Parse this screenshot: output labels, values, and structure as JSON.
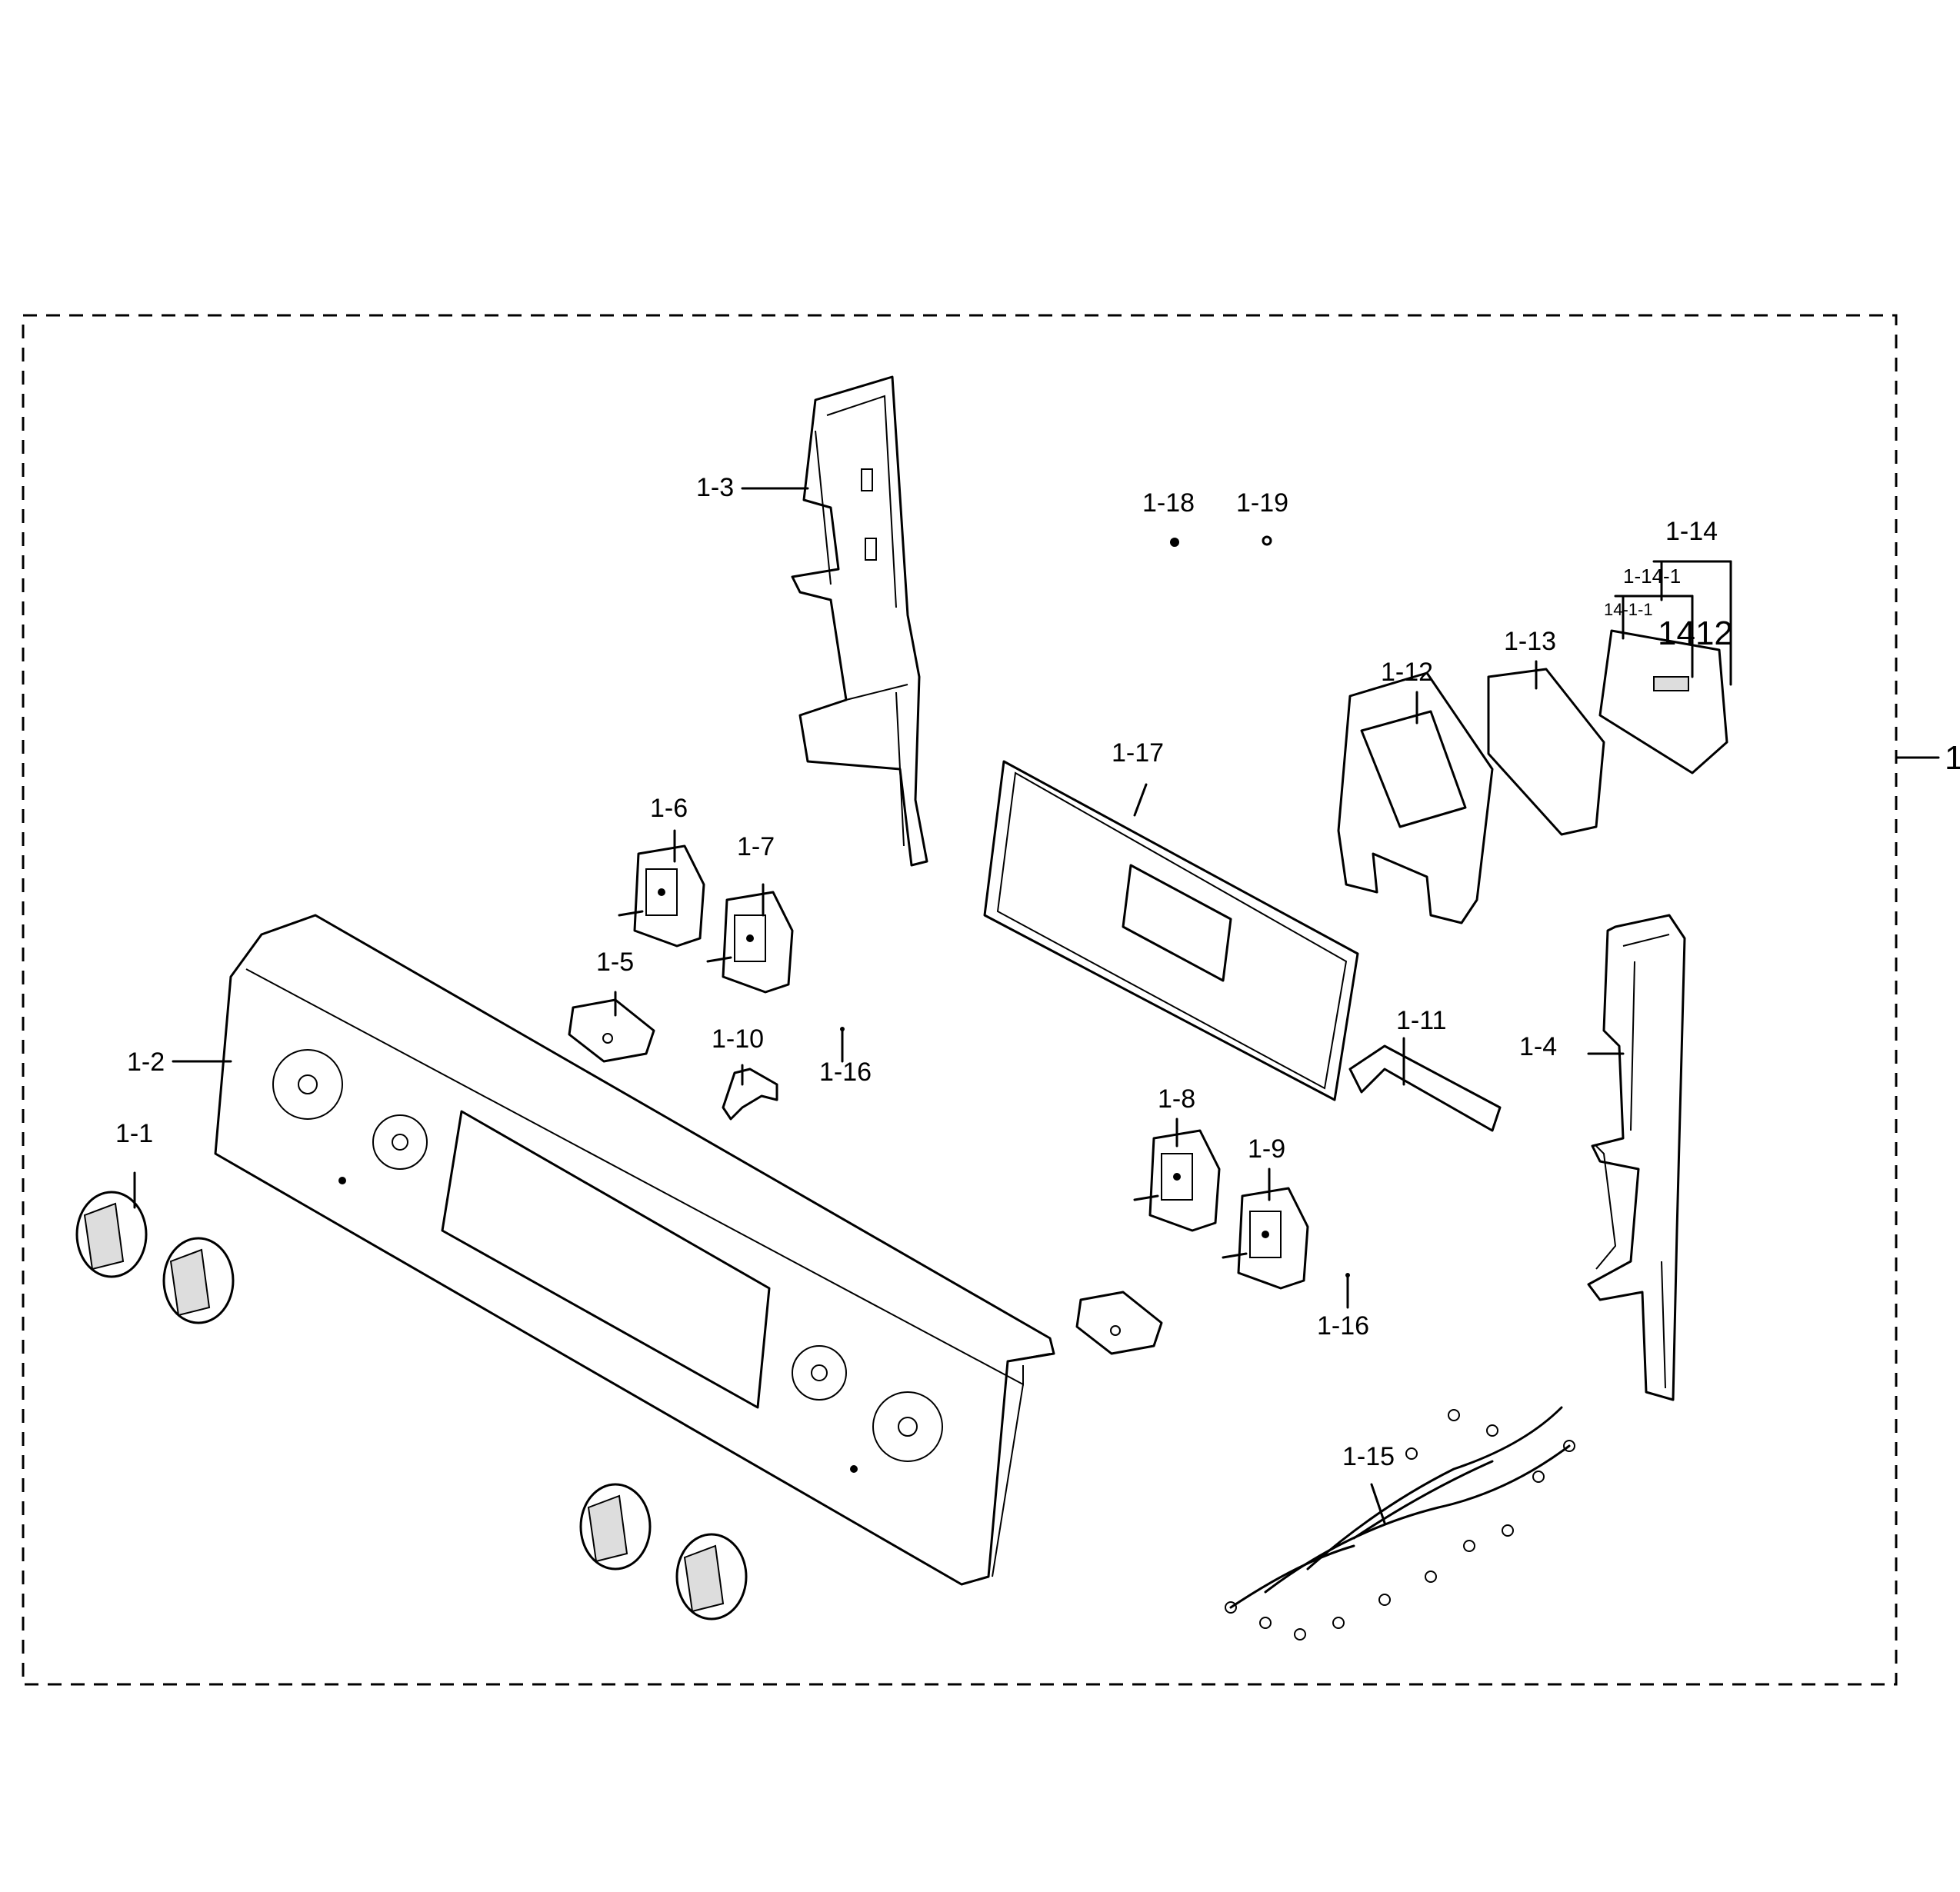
{
  "callouts": {
    "assembly": "1",
    "p1_1": "1-1",
    "p1_2": "1-2",
    "p1_3": "1-3",
    "p1_4": "1-4",
    "p1_5": "1-5",
    "p1_6": "1-6",
    "p1_7": "1-7",
    "p1_8": "1-8",
    "p1_9": "1-9",
    "p1_10": "1-10",
    "p1_11": "1-11",
    "p1_12": "1-12",
    "p1_13": "1-13",
    "p1_14": "1-14",
    "p1_14_1": "1-14-1",
    "p14_1_1": "14-1-1",
    "p1412": "1412",
    "p1_15": "1-15",
    "p1_16a": "1-16",
    "p1_16b": "1-16",
    "p1_17": "1-17",
    "p1_18": "1-18",
    "p1_19": "1-19"
  }
}
